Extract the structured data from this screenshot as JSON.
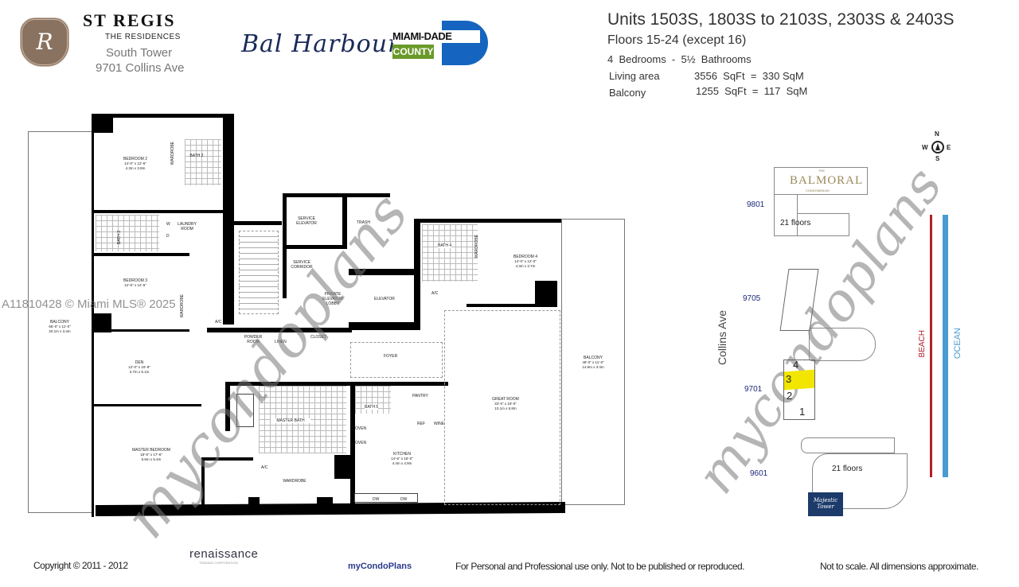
{
  "header": {
    "brand": "ST REGIS",
    "brand_sub": "THE RESIDENCES",
    "tower": "South Tower",
    "address": "9701 Collins Ave",
    "logo_bal_harbour": "Bal Harbour",
    "logo_county_top": "MIAMI-DADE",
    "logo_county_bottom": "COUNTY",
    "units": "Units 1503S, 1803S to 2103S, 2303S & 2403S",
    "floors": "Floors 15-24 (except 16)",
    "bedrooms": "4  Bedrooms  -  5½  Bathrooms",
    "living_label": "Living area",
    "living_value": "3556  SqFt  =  330 SqM",
    "balcony_label": "Balcony",
    "balcony_value": "1255  SqFt  =  117  SqM"
  },
  "watermarks": {
    "mls": "A11810428 © Miami MLS® 2025",
    "mycondoplans": "mycondoplans"
  },
  "rooms": {
    "bedroom2": {
      "name": "Bedroom 2",
      "ft": "14'-0\" x 12'-6\"",
      "m": "4.3m x 3.8m"
    },
    "bath2": {
      "name": "Bath 2"
    },
    "wardrobe": {
      "name": "Wardrobe"
    },
    "laundry": {
      "name": "Laundry Room"
    },
    "bath3": {
      "name": "Bath 3"
    },
    "w": "W",
    "d": "D",
    "bedroom3": {
      "name": "Bedroom 3",
      "ft": "12'-6\" x 12'-5\""
    },
    "balcony_left": {
      "name": "Balcony",
      "ft": "66'-0\" x 11'-0\"",
      "m": "20.1m x 3.4m"
    },
    "den": {
      "name": "Den",
      "ft": "12'-0\" x 16'-9\"",
      "m": "3.7m x 5.1m"
    },
    "master_bedroom": {
      "name": "Master Bedroom",
      "ft": "18'-6\" x 17'-6\"",
      "m": "5.6m x 5.4m"
    },
    "master_bath": {
      "name": "Master Bath"
    },
    "wardrobe_master": {
      "name": "Wardrobe"
    },
    "ac": "A/C",
    "powder": {
      "name": "Powder Room"
    },
    "linen": {
      "name": "Linen"
    },
    "closet": {
      "name": "Closet"
    },
    "service_elevator": {
      "name": "Service Elevator"
    },
    "trash": {
      "name": "Trash"
    },
    "service_corridor": {
      "name": "Service Corridor"
    },
    "private_lobby": {
      "name": "Private Elevator Lobby"
    },
    "elevator": {
      "name": "Elevator"
    },
    "foyer": {
      "name": "Foyer"
    },
    "bath4": {
      "name": "Bath 4"
    },
    "bedroom4": {
      "name": "Bedroom 4",
      "ft": "14'-0\" x 12'-0\"",
      "m": "4.3m x 3.7m"
    },
    "bath5": {
      "name": "Bath 5"
    },
    "pantry": {
      "name": "Pantry"
    },
    "ref": "REF",
    "wine": "WINE",
    "oven": "OVEN",
    "dw": "DW",
    "kitchen": {
      "name": "Kitchen",
      "ft": "14'-6\" x 16'-0\"",
      "m": "4.4m x 4.9m"
    },
    "great_room": {
      "name": "Great Room",
      "ft": "33'-0\" x 19'-0\"",
      "m": "10.1m x 5.8m"
    },
    "balcony_right": {
      "name": "Balcony",
      "ft": "48'-0\" x 11'-0\"",
      "m": "14.6m x 3.4m"
    }
  },
  "site_map": {
    "compass": {
      "n": "N",
      "s": "S",
      "e": "E",
      "w": "W"
    },
    "balmoral": "BALMORAL",
    "balmoral_the": "THE",
    "balmoral_sub": "CONDOMINIUM",
    "addr_9801": "9801",
    "floors_9801": "21 floors",
    "addr_9705": "9705",
    "addr_9701": "9701",
    "addr_9601": "9601",
    "floors_9601": "21 floors",
    "street": "Collins Ave",
    "beach": "BEACH",
    "ocean": "OCEAN",
    "units": [
      "4",
      "3",
      "2",
      "1"
    ],
    "highlighted_unit": "3",
    "majestic": "Majestic Tower",
    "colors": {
      "highlight": "#f2e600",
      "beach": "#b0202a",
      "ocean": "#4a9bd0",
      "address": "#1c2a7a"
    }
  },
  "footer": {
    "copyright": "Copyright © 2011 - 2012",
    "renaissance": "renaissance",
    "renaissance_sub": "TRADING CORPORATION",
    "mycondoplans": "myCondoPlans",
    "usage": "For Personal and Professional use only.  Not to be published or reproduced.",
    "scale": "Not to scale.  All dimensions approximate."
  },
  "colors": {
    "crest": "#8a7260",
    "bal_harbour": "#1a2a5a",
    "county_blue": "#1565c0",
    "county_green": "#6a9a2a"
  }
}
